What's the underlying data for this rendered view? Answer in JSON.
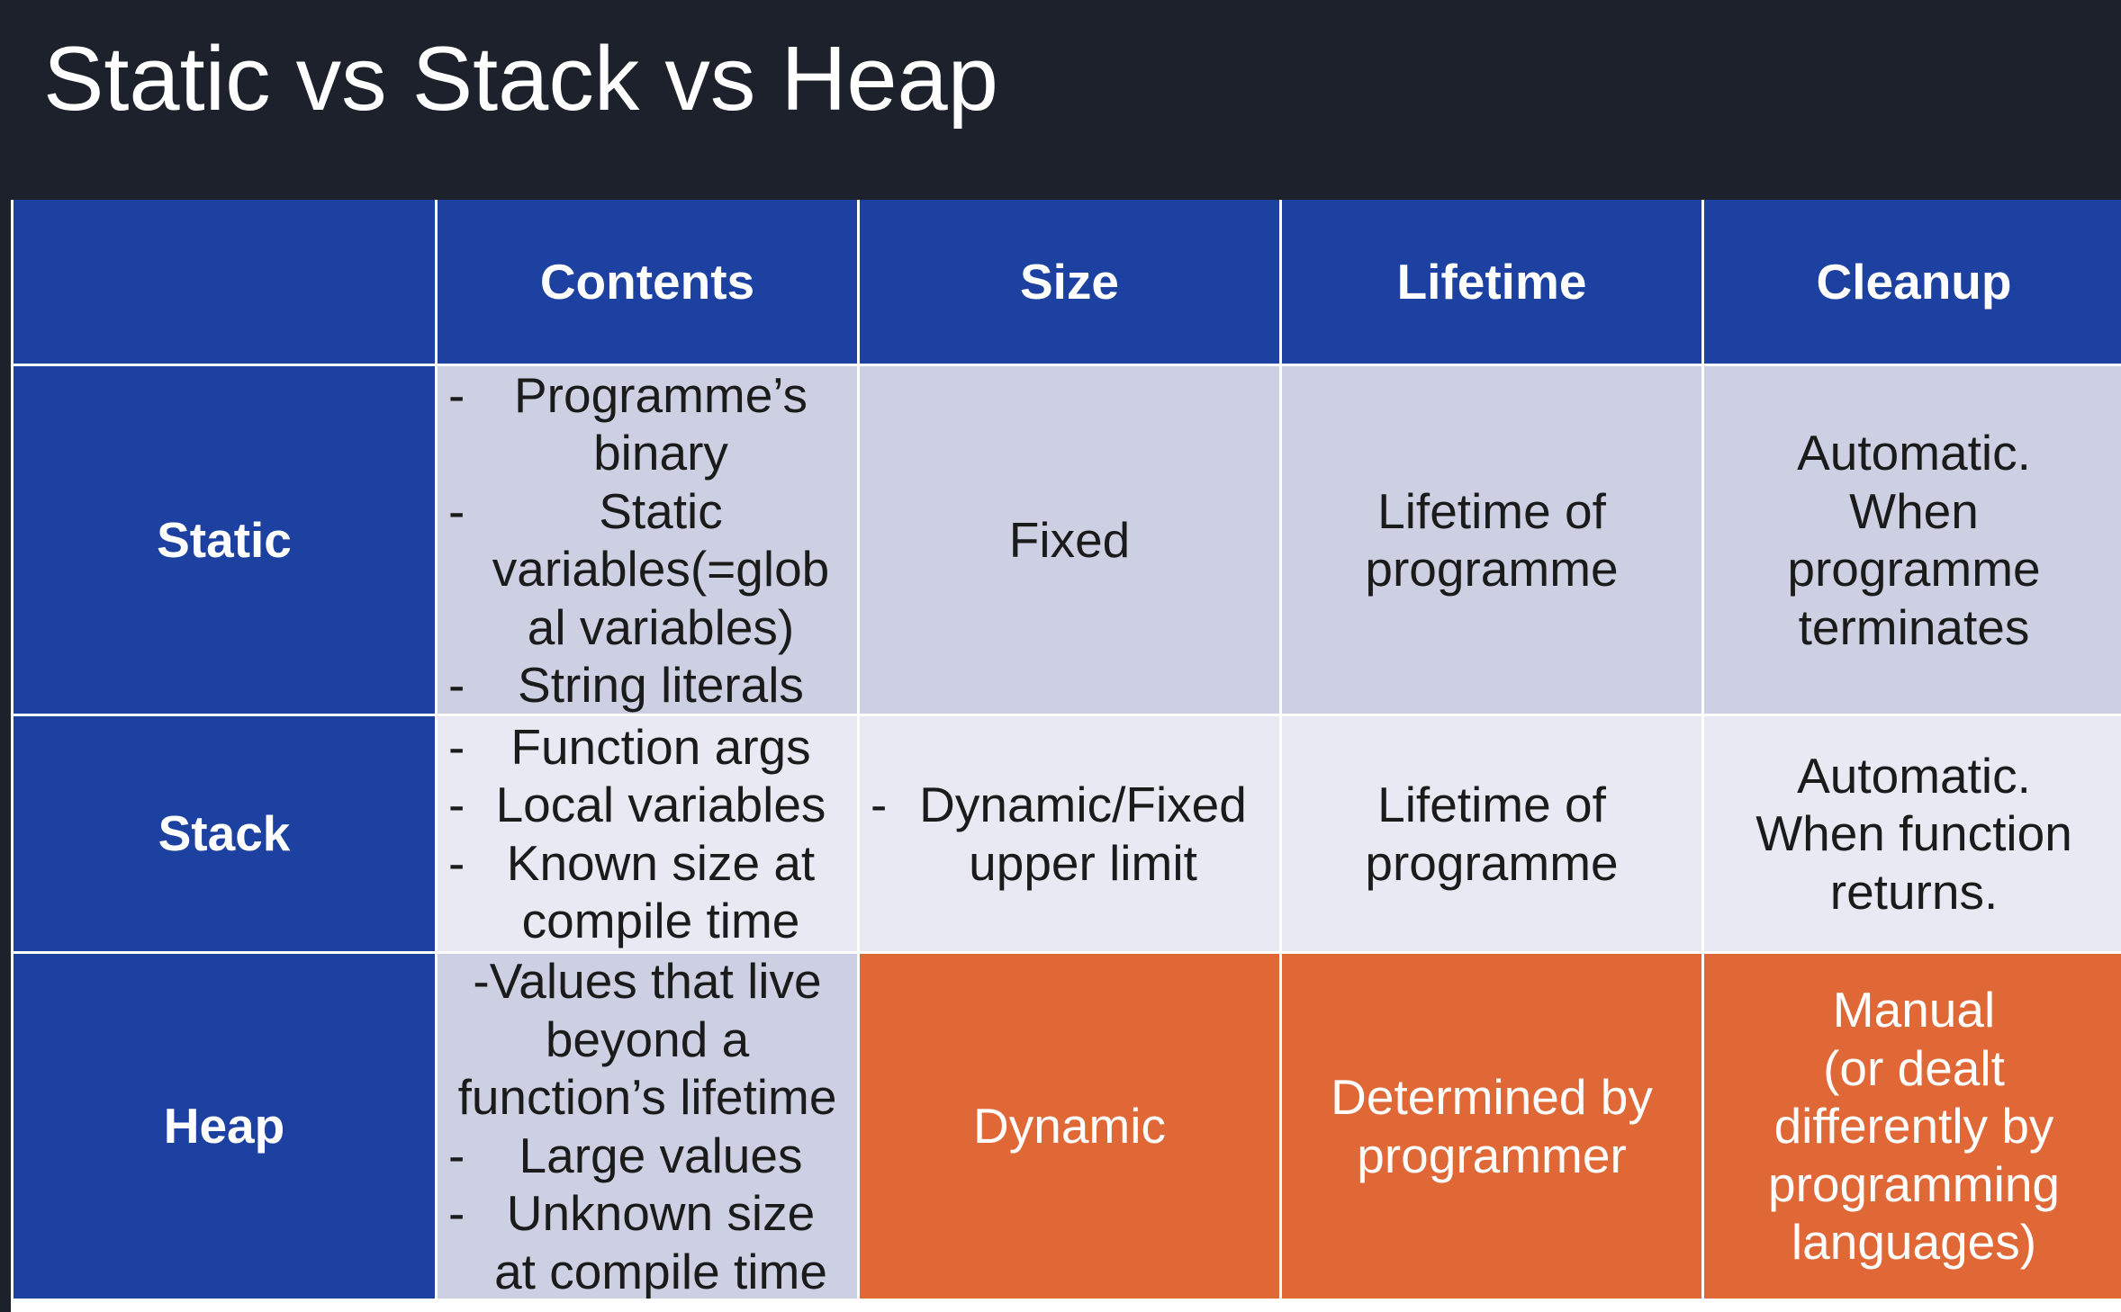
{
  "title": "Static vs Stack vs Heap",
  "headers": [
    "",
    "Contents",
    "Size",
    "Lifetime",
    "Cleanup"
  ],
  "rows": [
    {
      "label": "Static",
      "contents": [
        {
          "dash": "-",
          "lines": [
            "Programme’s",
            "binary"
          ]
        },
        {
          "dash": "-",
          "lines": [
            "Static",
            "variables(=glob",
            "al variables)"
          ]
        },
        {
          "dash": "-",
          "lines": [
            "String literals"
          ]
        }
      ],
      "size": [
        "Fixed"
      ],
      "lifetime": [
        "Lifetime of",
        "programme"
      ],
      "cleanup": [
        "Automatic.",
        "When",
        "programme",
        "terminates"
      ]
    },
    {
      "label": "Stack",
      "contents": [
        {
          "dash": "-",
          "lines": [
            "Function args"
          ]
        },
        {
          "dash": "-",
          "lines": [
            "Local variables"
          ]
        },
        {
          "dash": "-",
          "lines": [
            "Known size at",
            "compile time"
          ]
        }
      ],
      "size_item": {
        "dash": "-",
        "lines": [
          "Dynamic/Fixed",
          "upper limit"
        ]
      },
      "lifetime": [
        "Lifetime of",
        "programme"
      ],
      "cleanup": [
        "Automatic.",
        "When function",
        "returns."
      ]
    },
    {
      "label": "Heap",
      "contents_intro": [
        "-Values that live",
        "beyond a",
        "function’s lifetime"
      ],
      "contents": [
        {
          "dash": "-",
          "lines": [
            "Large values"
          ]
        },
        {
          "dash": "-",
          "lines": [
            "Unknown size",
            "at compile time"
          ]
        }
      ],
      "size": [
        "Dynamic"
      ],
      "lifetime": [
        "Determined by",
        "programmer"
      ],
      "cleanup": [
        "Manual",
        "(or dealt",
        "differently by",
        "programming",
        "languages)"
      ]
    }
  ],
  "colors": {
    "background": "#1d212b",
    "header": "#1c41a1",
    "row_light": "#ccd0e2",
    "row_lighter": "#e8e9f2",
    "heap_highlight": "#e06736"
  }
}
